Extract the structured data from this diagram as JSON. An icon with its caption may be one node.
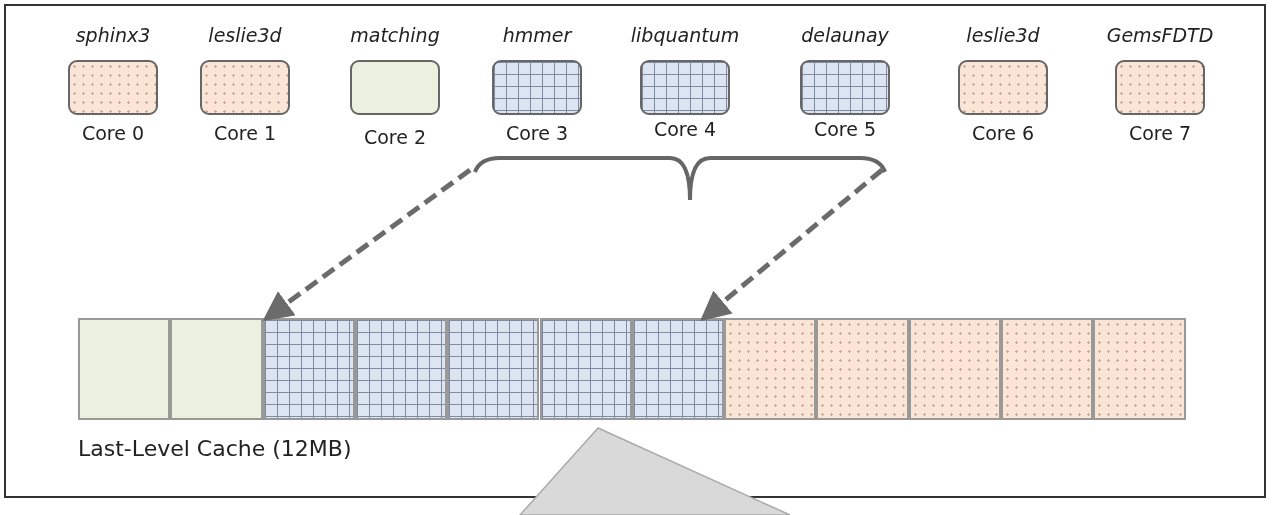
{
  "diagram": {
    "nodes": [
      {
        "text": [
          "sphinx3",
          "Core 0"
        ]
      },
      {
        "text": [
          "leslie3d",
          "Core 1"
        ]
      },
      {
        "text": [
          "matching",
          "Core 2"
        ]
      },
      {
        "text": [
          "hmmer",
          "Core 3"
        ]
      },
      {
        "text": [
          "libquantum",
          "Core 4"
        ]
      },
      {
        "text": [
          "delaunay",
          "Core 5"
        ]
      },
      {
        "text": [
          "leslie3d",
          "Core 6"
        ]
      },
      {
        "text": [
          "GemsFDTD",
          "Core 7"
        ]
      },
      {
        "text": [
          "Last-Level Cache (12MB)"
        ]
      },
      {
        "text": [],
        "shape": "box",
        "in": 8
      },
      {
        "text": [],
        "shape": "box",
        "in": 8
      },
      {
        "text": [],
        "shape": "box",
        "in": 8
      },
      {
        "text": [],
        "shape": "box",
        "in": 8
      },
      {
        "text": [],
        "shape": "box",
        "in": 8
      },
      {
        "text": [],
        "shape": "box",
        "in": 8
      },
      {
        "text": [],
        "shape": "box",
        "in": 8
      },
      {
        "text": [],
        "shape": "box",
        "in": 8
      },
      {
        "text": [],
        "shape": "box",
        "in": 8
      },
      {
        "text": [],
        "shape": "box",
        "in": 8
      },
      {
        "text": [],
        "shape": "box",
        "in": 8
      },
      {
        "text": [],
        "shape": "box",
        "in": 8
      },
      {
        "text": [],
        "shape": "bracket"
      },
      {
        "text": [],
        "shape": "callout"
      }
    ],
    "edges": [
      {
        "from": 21,
        "to": 11,
        "arrow": "to",
        "style": "dashed"
      },
      {
        "from": 21,
        "to": 15,
        "arrow": "to",
        "style": "dashed"
      }
    ]
  }
}
